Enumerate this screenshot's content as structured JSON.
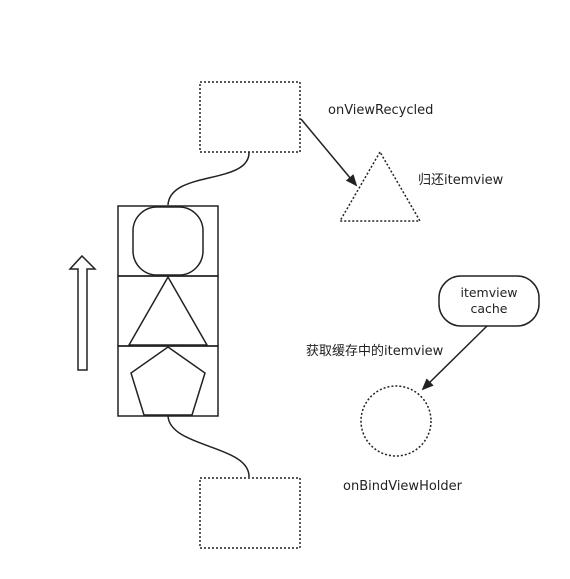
{
  "labels": {
    "on_view_recycled": "onViewRecycled",
    "return_itemview": "归还itemview",
    "cache_line1": "itemview",
    "cache_line2": "cache",
    "get_cached_itemview": "获取缓存中的itemview",
    "on_bind_view_holder": "onBindViewHolder"
  },
  "colors": {
    "stroke": "#222222",
    "background": "#ffffff"
  },
  "icons": {
    "scroll_direction": "up-arrow-icon"
  }
}
